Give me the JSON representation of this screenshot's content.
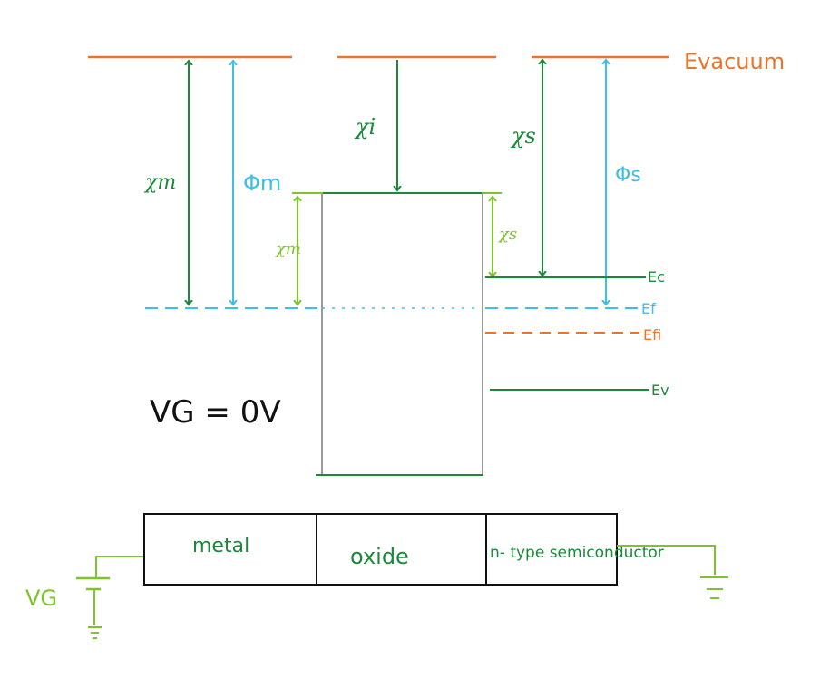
{
  "colors": {
    "vacuum": "#e8752a",
    "green": "#1a8a3a",
    "cyan": "#3cbfe8",
    "lightgreen": "#7cc42a",
    "gray": "#9a9a9a",
    "black": "#111111",
    "orange": "#e8752a"
  },
  "labels": {
    "evacuum": "Evacuum",
    "chi_m": "χm",
    "phi_m": "Φm",
    "chi_i": "χi",
    "chi_s": "χs",
    "phi_s": "Φs",
    "chi_m_small": "χm",
    "chi_s_small": "χs",
    "ec": "Ec",
    "ef": "Ef",
    "efi": "Efi",
    "ev": "Ev",
    "vg_condition": "VG = 0V",
    "metal": "metal",
    "oxide": "oxide",
    "semiconductor": "n- type semiconductor",
    "vg_source": "VG"
  }
}
